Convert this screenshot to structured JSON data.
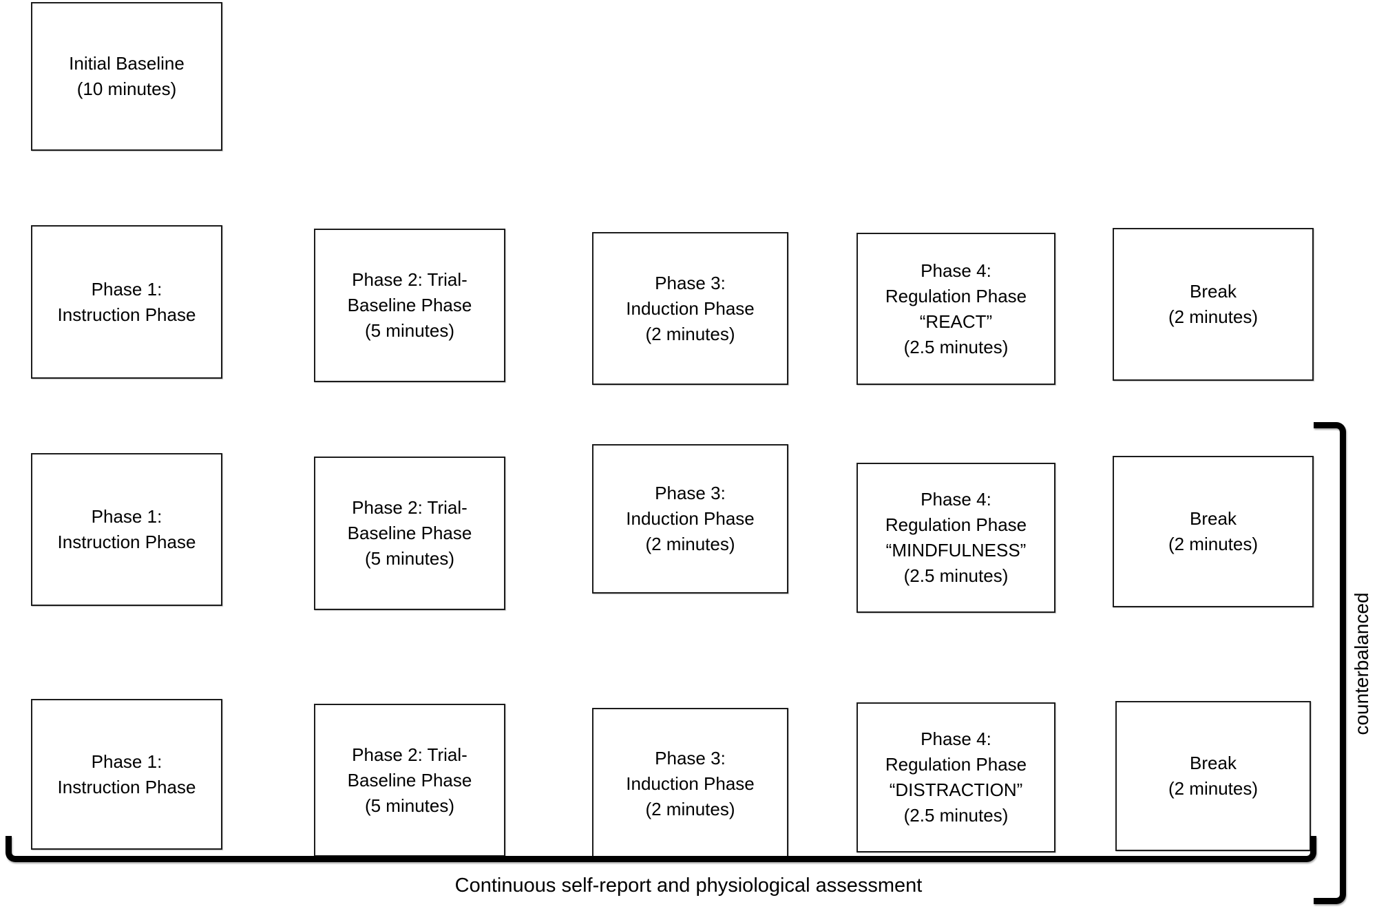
{
  "diagram": {
    "initial_baseline": "Initial Baseline\n(10 minutes)",
    "rows": [
      {
        "condition": "react",
        "boxes": [
          "Phase 1:\nInstruction Phase",
          "Phase 2: Trial-\nBaseline Phase\n(5 minutes)",
          "Phase 3:\nInduction Phase\n(2 minutes)",
          "Phase 4:\nRegulation Phase\n“REACT”\n(2.5 minutes)",
          "Break\n(2 minutes)"
        ]
      },
      {
        "condition": "mindfulness",
        "boxes": [
          "Phase 1:\nInstruction Phase",
          "Phase 2: Trial-\nBaseline Phase\n(5 minutes)",
          "Phase 3:\nInduction Phase\n(2 minutes)",
          "Phase 4:\nRegulation Phase\n“MINDFULNESS”\n(2.5 minutes)",
          "Break\n(2 minutes)"
        ]
      },
      {
        "condition": "distraction",
        "boxes": [
          "Phase 1:\nInstruction Phase",
          "Phase 2: Trial-\nBaseline Phase\n(5 minutes)",
          "Phase 3:\nInduction Phase\n(2 minutes)",
          "Phase 4:\nRegulation Phase\n“DISTRACTION”\n(2.5 minutes)",
          "Break\n(2 minutes)"
        ]
      }
    ],
    "counterbalanced_label": "counterbalanced",
    "assessment_label": "Continuous self-report and physiological assessment"
  }
}
